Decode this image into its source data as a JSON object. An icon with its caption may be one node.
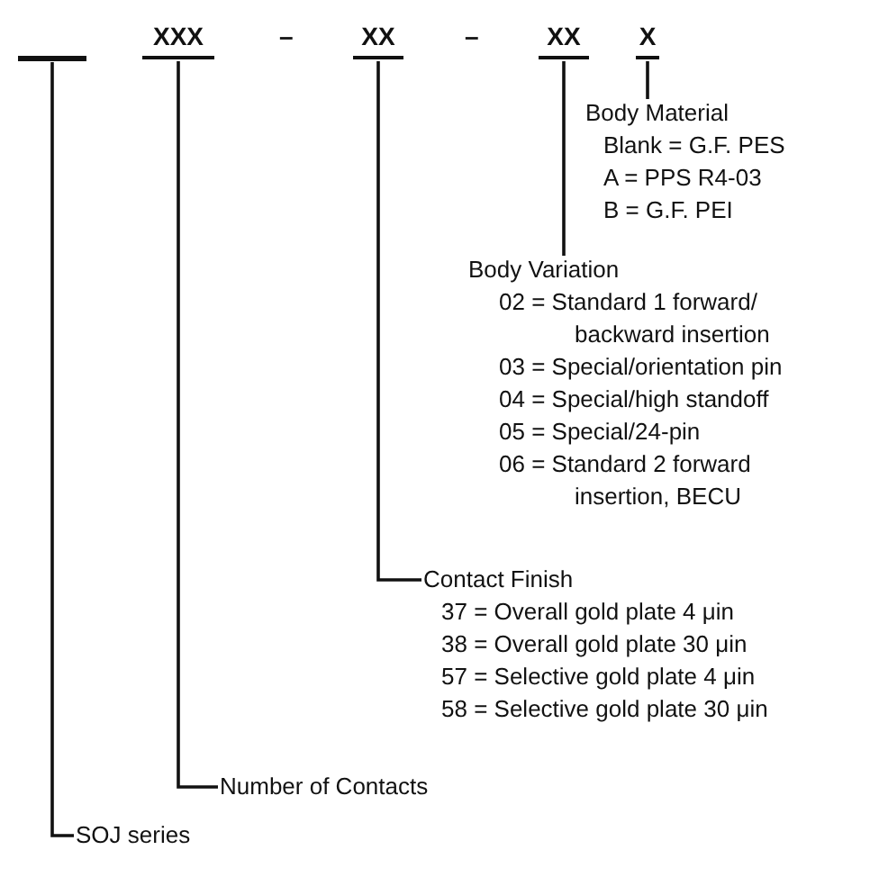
{
  "diagram": {
    "nodes": [
      {
        "text": [],
        "shape": "bar"
      },
      {
        "text": [
          "XXX"
        ]
      },
      {
        "text": [
          "XX"
        ]
      },
      {
        "text": [
          "XX"
        ]
      },
      {
        "text": [
          "X"
        ]
      },
      {
        "text": [
          "Body Material",
          "Blank = G.F. PES",
          "A = PPS R4-03",
          "B = G.F. PEI"
        ]
      },
      {
        "text": [
          "Body Variation",
          "02 = Standard 1 forward/ backward insertion",
          "03 = Special/orientation pin",
          "04 = Special/high standoff",
          "05 = Special/24-pin",
          "06 = Standard 2 forward insertion, BECU"
        ]
      },
      {
        "text": [
          "Contact Finish",
          "37 = Overall gold plate 4 μin",
          "38 = Overall gold plate 30 μin",
          "57 = Selective gold plate 4 μin",
          "58 = Selective gold plate 30 μin"
        ]
      },
      {
        "text": [
          "Number of Contacts"
        ]
      },
      {
        "text": [
          "SOJ series"
        ]
      }
    ],
    "edges": [
      {
        "from": 0,
        "to": 9,
        "arrow": "none"
      },
      {
        "from": 1,
        "to": 8,
        "arrow": "none"
      },
      {
        "from": 2,
        "to": 7,
        "arrow": "none"
      },
      {
        "from": 3,
        "to": 6,
        "arrow": "none"
      },
      {
        "from": 4,
        "to": 5,
        "arrow": "none"
      }
    ],
    "labels": [
      "–",
      "–"
    ]
  }
}
